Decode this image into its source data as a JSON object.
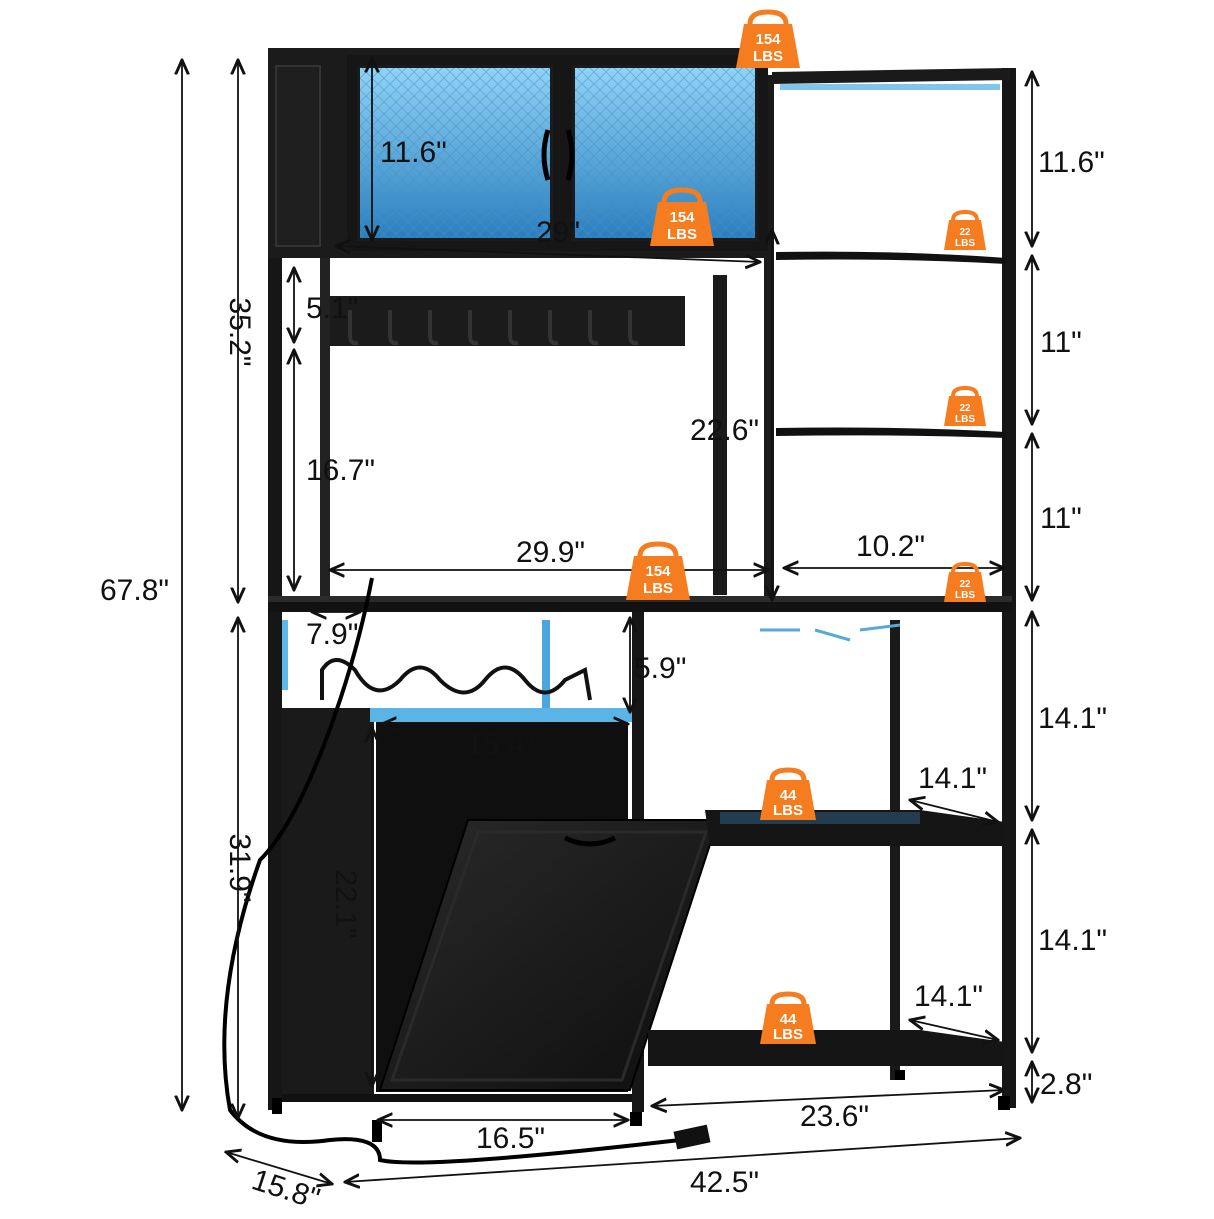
{
  "colors": {
    "frame": "#161616",
    "panel": "#1c1c1c",
    "led": "#3aa3e0",
    "led_glow": "#7cc8f0",
    "badge": "#f57c1f",
    "dimension_line": "#111111"
  },
  "weight_badges": [
    {
      "value": "154",
      "unit": "LBS"
    },
    {
      "value": "154",
      "unit": "LBS"
    },
    {
      "value": "154",
      "unit": "LBS"
    },
    {
      "value": "22",
      "unit": "LBS"
    },
    {
      "value": "22",
      "unit": "LBS"
    },
    {
      "value": "22",
      "unit": "LBS"
    },
    {
      "value": "44",
      "unit": "LBS"
    },
    {
      "value": "44",
      "unit": "LBS"
    }
  ],
  "dimensions": {
    "total_height": "67.8\"",
    "upper_height": "35.2\"",
    "lower_height": "31.9\"",
    "cabinet_height": "11.6\"",
    "cabinet_width": "29\"",
    "hook_rail_height": "5.1\"",
    "open_area_height": "16.7\"",
    "side_shelf_height": "22.6\"",
    "counter_width": "29.9\"",
    "side_shelf_width": "10.2\"",
    "right_top": "11.6\"",
    "right_mid1": "11\"",
    "right_mid2": "11\"",
    "right_lower1": "14.1\"",
    "right_lower2": "14.1\"",
    "right_bottom": "2.8\"",
    "shelf_depth_1": "14.1\"",
    "shelf_depth_2": "14.1\"",
    "counter_depth": "7.9\"",
    "wine_rack_height": "5.9\"",
    "hamper_width": "15.4\"",
    "hamper_height": "22.1\"",
    "hamper_base": "16.5\"",
    "right_base": "23.6\"",
    "total_width": "42.5\"",
    "total_depth": "15.8\""
  }
}
